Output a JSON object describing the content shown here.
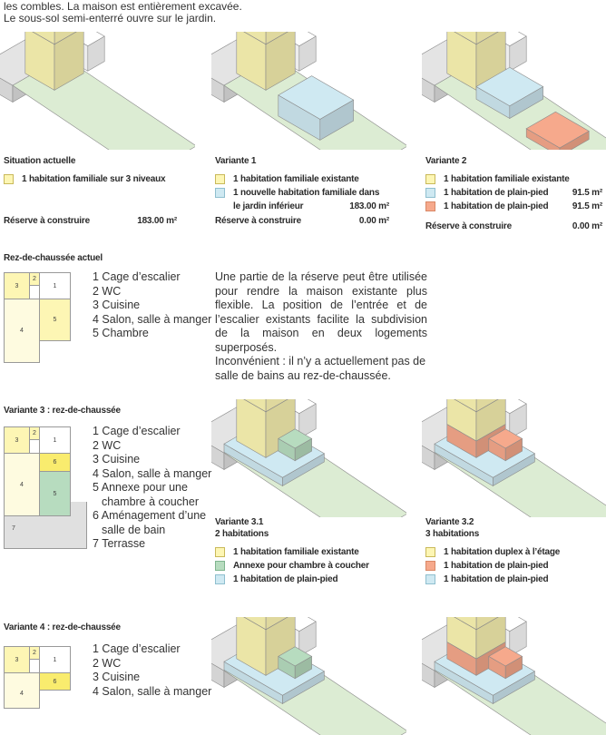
{
  "intro": [
    "les combles. La maison est entièrement excavée.",
    "Le sous-sol semi-enterré ouvre sur le jardin."
  ],
  "variants": [
    {
      "title": "Situation actuelle",
      "legend": [
        {
          "text": "1 habitation familiale sur 3 niveaux",
          "color": "yellow"
        }
      ],
      "reserve_label": "Réserve à construire",
      "reserve_value": "183.00 m²"
    },
    {
      "title": "Variante 1",
      "legend": [
        {
          "text": "1 habitation familiale existante",
          "color": "yellow"
        },
        {
          "text": "1 nouvelle habitation familiale dans",
          "color": "blue"
        },
        {
          "text": "le jardin inférieur",
          "value": "183.00 m²"
        }
      ],
      "reserve_label": "Réserve à construire",
      "reserve_value": "0.00 m²"
    },
    {
      "title": "Variante 2",
      "legend": [
        {
          "text": "1 habitation familiale existante",
          "color": "yellow"
        },
        {
          "text": "1 habitation de plain-pied",
          "value": "91.5 m²",
          "color": "blue"
        },
        {
          "text": "1 habitation de plain-pied",
          "value": "91.5 m²",
          "color": "orange"
        }
      ],
      "reserve_label": "Réserve à construire",
      "reserve_value": "0.00 m²"
    }
  ],
  "rdc_actuel": {
    "title": "Rez-de-chaussée actuel",
    "rooms": [
      "1",
      "2",
      "3",
      "4",
      "5"
    ],
    "list": [
      "1 Cage d’escalier",
      "2 WC",
      "3 Cuisine",
      "4 Salon, salle à manger",
      "5 Chambre"
    ],
    "paragraph": "Une partie de la réserve peut être utilisée pour rendre la maison existante plus flexible. La position de l’entrée et de l’escalier existants facilite la subdivision de la maison en deux logements superposés.",
    "paragraph2": "Inconvénient : il n’y a actuellement pas de salle de bains au rez-de-chaussée."
  },
  "variante3": {
    "title": "Variante 3 : rez-de-chaussée",
    "rooms": [
      "1",
      "2",
      "3",
      "4",
      "5",
      "6",
      "7"
    ],
    "list": [
      "1 Cage d’escalier",
      "2 WC",
      "3 Cuisine",
      "4 Salon, salle à manger",
      "5 Annexe pour une",
      "chambre à coucher",
      "6 Aménagement d’une",
      "salle de bain",
      "7 Terrasse"
    ],
    "v31": {
      "title": "Variante 3.1",
      "subtitle": "2 habitations",
      "legend": [
        "1 habitation familiale existante",
        "Annexe pour chambre à coucher",
        "1 habitation de plain-pied"
      ]
    },
    "v32": {
      "title": "Variante 3.2",
      "subtitle": "3 habitations",
      "legend": [
        "1 habitation duplex à l’étage",
        "1 habitation de plain-pied",
        "1 habitation de plain-pied"
      ]
    }
  },
  "variante4": {
    "title": "Variante 4 : rez-de-chaussée",
    "rooms": [
      "1",
      "2",
      "3",
      "4",
      "6"
    ],
    "list": [
      "1 Cage d’escalier",
      "2 WC",
      "3 Cuisine",
      "4 Salon, salle à manger"
    ]
  },
  "colors": {
    "yellow": "#fdf6b4",
    "blue": "#cfe9f2",
    "orange": "#f6a98c",
    "green": "#b7dcbf",
    "terrain": "#dcecd3",
    "gray": "#dedede"
  }
}
